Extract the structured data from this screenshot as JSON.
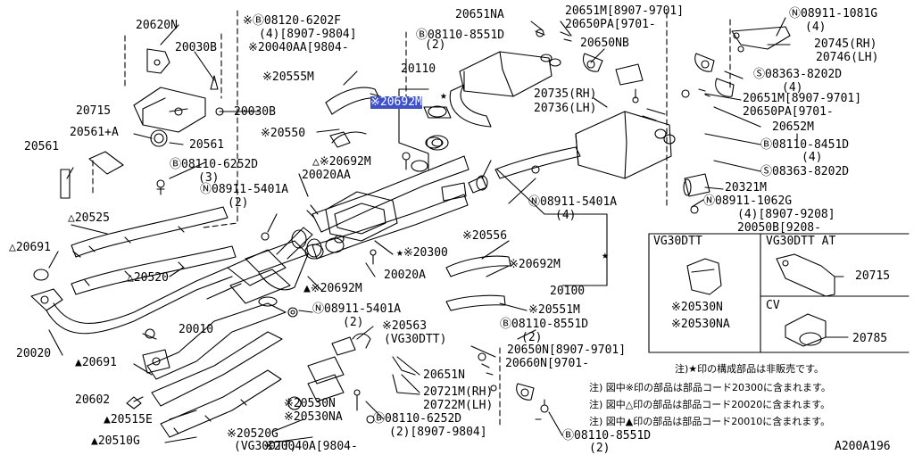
{
  "diagram_id": "A200A196",
  "highlight_color": "#3f51c8",
  "labels": [
    {
      "id": "20620N",
      "text": "20620N"
    },
    {
      "id": "20030B_top",
      "text": "20030B"
    },
    {
      "id": "20715_main",
      "text": "20715"
    },
    {
      "id": "20030B_mid",
      "text": "20030B"
    },
    {
      "id": "20561A",
      "text": "20561+A"
    },
    {
      "id": "20561_l",
      "text": "20561"
    },
    {
      "id": "20561_r",
      "text": "20561"
    },
    {
      "id": "08110_6252D_a",
      "text": "Ⓑ08110-6252D"
    },
    {
      "id": "08110_6252D_a_q",
      "text": "(3)"
    },
    {
      "id": "08911_5401A_l",
      "text": "Ⓝ08911-5401A"
    },
    {
      "id": "08911_5401A_l_q",
      "text": "(2)"
    },
    {
      "id": "20525",
      "text": "△20525"
    },
    {
      "id": "20691_l",
      "text": "△20691"
    },
    {
      "id": "20520",
      "text": "△20520"
    },
    {
      "id": "20020",
      "text": "20020"
    },
    {
      "id": "20010",
      "text": "20010"
    },
    {
      "id": "20691_b",
      "text": "▲20691"
    },
    {
      "id": "20602",
      "text": "20602"
    },
    {
      "id": "20515E",
      "text": "▲20515E"
    },
    {
      "id": "20510G",
      "text": "▲20510G"
    },
    {
      "id": "08120_6202F",
      "text": "※Ⓑ08120-6202F"
    },
    {
      "id": "08120_6202F_q",
      "text": "(4)[8907-9804]"
    },
    {
      "id": "20040AA",
      "text": "※20040AA[9804-"
    },
    {
      "id": "08110_8551D_a",
      "text": "Ⓑ08110-8551D"
    },
    {
      "id": "08110_8551D_a_q",
      "text": "(2)"
    },
    {
      "id": "20555M",
      "text": "※20555M"
    },
    {
      "id": "20110",
      "text": "20110"
    },
    {
      "id": "20692M_hl",
      "text": "※20692M",
      "highlight": true
    },
    {
      "id": "star_a",
      "text": "★"
    },
    {
      "id": "20550",
      "text": "※20550"
    },
    {
      "id": "20692M_b",
      "text": "△※20692M"
    },
    {
      "id": "20020AA",
      "text": "20020AA"
    },
    {
      "id": "20300",
      "text": "★※20300"
    },
    {
      "id": "20692M_c",
      "text": "▲※20692M"
    },
    {
      "id": "20020A",
      "text": "20020A"
    },
    {
      "id": "08911_5401A_m",
      "text": "Ⓝ08911-5401A"
    },
    {
      "id": "08911_5401A_m_q",
      "text": "(2)"
    },
    {
      "id": "20563",
      "text": "※20563"
    },
    {
      "id": "20563_v",
      "text": "(VG30DTT)"
    },
    {
      "id": "20530N",
      "text": "※20530N"
    },
    {
      "id": "20530NA",
      "text": "※20530NA"
    },
    {
      "id": "20520G",
      "text": "※20520G"
    },
    {
      "id": "20520G_v",
      "text": "(VG30DTT)"
    },
    {
      "id": "08110_6252D_b",
      "text": "Ⓑ08110-6252D"
    },
    {
      "id": "08110_6252D_b_q",
      "text": "(2)[8907-9804]"
    },
    {
      "id": "20040A",
      "text": "※20040A[9804-"
    },
    {
      "id": "20651NA",
      "text": "20651NA"
    },
    {
      "id": "20651M_a",
      "text": "20651M[8907-9701]"
    },
    {
      "id": "20650PA_a",
      "text": "20650PA[9701-"
    },
    {
      "id": "08911_1081G",
      "text": "Ⓝ08911-1081G"
    },
    {
      "id": "08911_1081G_q",
      "text": "(4)"
    },
    {
      "id": "20650NB",
      "text": "20650NB"
    },
    {
      "id": "20745",
      "text": "20745(RH)"
    },
    {
      "id": "20746",
      "text": "20746(LH)"
    },
    {
      "id": "08363_8202D_a",
      "text": "Ⓢ08363-8202D"
    },
    {
      "id": "08363_8202D_a_q",
      "text": "(4)"
    },
    {
      "id": "20735",
      "text": "20735(RH)"
    },
    {
      "id": "20736",
      "text": "20736(LH)"
    },
    {
      "id": "20651M_b",
      "text": "20651M[8907-9701]"
    },
    {
      "id": "20650PA_b",
      "text": "20650PA[9701-"
    },
    {
      "id": "20652M",
      "text": "20652M"
    },
    {
      "id": "08110_8451D",
      "text": "Ⓑ08110-8451D"
    },
    {
      "id": "08110_8451D_q",
      "text": "(4)"
    },
    {
      "id": "08363_8202D_b",
      "text": "Ⓢ08363-8202D"
    },
    {
      "id": "20321M",
      "text": "20321M"
    },
    {
      "id": "08911_5401A_r",
      "text": "Ⓝ08911-5401A"
    },
    {
      "id": "08911_5401A_r_q",
      "text": "(4)"
    },
    {
      "id": "08911_1062G",
      "text": "Ⓝ08911-1062G"
    },
    {
      "id": "08911_1062G_q",
      "text": "(4)[8907-9208]"
    },
    {
      "id": "20050B",
      "text": "20050B[9208-"
    },
    {
      "id": "20556",
      "text": "※20556"
    },
    {
      "id": "20692M_d",
      "text": "※20692M"
    },
    {
      "id": "star_b",
      "text": "★"
    },
    {
      "id": "20100",
      "text": "20100"
    },
    {
      "id": "20551M",
      "text": "※20551M"
    },
    {
      "id": "08110_8551D_b",
      "text": "Ⓑ08110-8551D"
    },
    {
      "id": "08110_8551D_b_q",
      "text": "(2)"
    },
    {
      "id": "20650N",
      "text": "20650N[8907-9701]"
    },
    {
      "id": "20660N",
      "text": "20660N[9701-"
    },
    {
      "id": "20651N",
      "text": "20651N"
    },
    {
      "id": "20721M",
      "text": "20721M(RH)"
    },
    {
      "id": "20722M",
      "text": "20722M(LH)"
    },
    {
      "id": "08110_8551D_c",
      "text": "Ⓑ08110-8551D"
    },
    {
      "id": "08110_8551D_c_q",
      "text": "(2)"
    }
  ],
  "variant_boxes": [
    {
      "title": "VG30DTT",
      "parts": [
        "※20530N",
        "※20530NA"
      ]
    },
    {
      "title": "VG30DTT AT",
      "parts": [
        "20715"
      ]
    },
    {
      "title": "CV",
      "parts": [
        "20785"
      ]
    }
  ],
  "notes": [
    "注)★印の構成部品は非販売です。",
    "注) 図中※印の部品は部品コード20300に含まれます。",
    "注) 図中△印の部品は部品コード20020に含まれます。",
    "注) 図中▲印の部品は部品コード20010に含まれます。"
  ]
}
